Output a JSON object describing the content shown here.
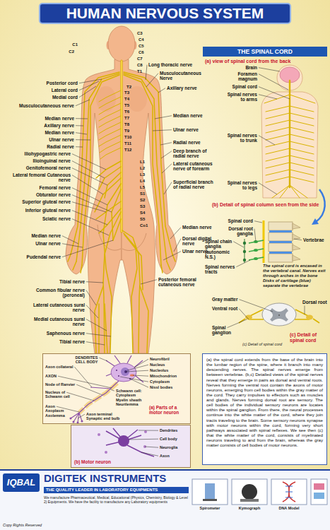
{
  "diagram": {
    "title": "HUMAN NERVOUS SYSTEM",
    "nodes": [
      {
        "text": [
          "THE SPINAL CORD"
        ]
      },
      {
        "text": [
          "(a) Parts of a motor neuron"
        ]
      },
      {
        "text": [
          "(b) Motor neuron"
        ]
      },
      {
        "text": [
          "(a) the spinal cord extends from the base of the brain into the lumbar region of the spine, where it branch into many descending nerves. The spinal nerves emerge from between vertebrae. (b,c) Detailed views of the spinal nerves reveal that they emerge in pairs as dorsal and ventral roots. Nerves forming the ventral root contain the axons of motor neurons, emerging from cell bodies within the gray matter of the cord. They carry impulses to effectors such as muscles and glands. Nerves forming dorsal root are sensory. The cell bodies of the individual sensory neurons are locates within the spinal ganglion. From there, the neural processes continue into the white matter of the cord, where they join tracts traveling to the brain. Some sensory neurons synapse with motor neurons within the cord, forming very short pathways associated with spinal reflexes. We see then (c) that the white matter of the cord, consists of myelinated neurons traveling to and from the brain, whereas the gray matter consists of cell bodies of motor neurons."
        ]
      },
      {
        "text": [
          "DIGITEK INSTRUMENTS",
          "THE QUALITY LEADER IN LABORATORY EQUIPMENTS",
          "We manufacture Pharmaceutical, Medical, Educational (Physics, Chemistry, Biology & Level 2) Equipments. We have the facility to manufacture any Laboratory equipments"
        ]
      },
      {
        "text": [
          "IQBAL"
        ],
        "in": 4
      }
    ],
    "labels": [
      "C1",
      "C2",
      "C3",
      "C4",
      "C5",
      "C6",
      "C7",
      "C8",
      "T1",
      "T2",
      "T3",
      "T4",
      "T5",
      "T6",
      "T7",
      "T8",
      "T9",
      "T10",
      "T11",
      "T12",
      "L1",
      "L2",
      "L3",
      "L4",
      "L5",
      "S1",
      "S2",
      "S3",
      "S4",
      "S5",
      "Co1",
      "Posterior cord",
      "Lateral cord",
      "Medial cord",
      "Musculocutaneous nerve",
      "Median nerve",
      "Axillary nerve",
      "Median nerve",
      "Ulnar nerve",
      "Radial nerve",
      "Iliohypogastric nerve",
      "Ilioinguinal nerve",
      "Genitofemoral nerve",
      "Lateral femoral Cutaneous nerve",
      "Femoral nerve",
      "Obturator nerve",
      "Superior gluteal nerve",
      "Inferior gluteal nerve",
      "Sciatic nerve",
      "Median nerve",
      "Ulnar nerve",
      "Pudendal nerve",
      "Tibial nerve",
      "Common fibular nerve (peroneal)",
      "Lateral cutaneous sural nerve",
      "Medial cutaneous sural nerve",
      "Saphenous nerve",
      "Tibial nerve",
      "Long thoracic nerve",
      "Musculocutaneous Nerve",
      "Axillary nerve",
      "Median nerve",
      "Ulnar nerve",
      "Radial nerve",
      "Deep branch of radial nerve",
      "Lateral cutaneous nerve of forearm",
      "Superficial branch of radial nerve",
      "Median nerve",
      "Dorsal digital nerve",
      "Ulnar nerve",
      "Posterior femoral cutaneous nerve",
      "(a) view of spinal cord from the back",
      "Brain",
      "Foramen magnum",
      "Spinal cord",
      "Spinal nerves to arms",
      "Spinal nerves to trunk",
      "Spinal nerves to legs",
      "(b) Detail of spinal column seen from the side",
      "Spinal cord",
      "Dorsal root ganglia",
      "Vertebrae",
      "Spinal chain ganglia (autonomic N.S.)",
      "Spinal nerves tracts",
      "The spinal cord is encased in the vertebral canal. Nerves exit through arches in the bone Disks of cartilage (blue) separate the vertebrae",
      "Gray matter",
      "Ventral root",
      "Dorsal root",
      "Spinal ganglion",
      "(c) Detail of spinal cord",
      "(c) Detail of spinal cord",
      "DENDRITES CELL BODY",
      "Axon collateral",
      "AXON",
      "Node of Ranvier",
      "Nucleus of Schwann cell",
      "Axon Axoplasm Axolemma",
      "Axon terminal Synaptic end bulb",
      "Schwann cell: Cytoplasm Myelin sheath Neurilemma",
      "Neurofibril",
      "Nucleus",
      "Nucleolus",
      "Mitochondrion",
      "Cytoplasm",
      "Nissl bodies",
      "Dendrites",
      "Cell body",
      "Neuroglia",
      "Axon",
      "Spirometer",
      "Kymograph",
      "DNA Model",
      "Copy Rights Reserved"
    ]
  }
}
